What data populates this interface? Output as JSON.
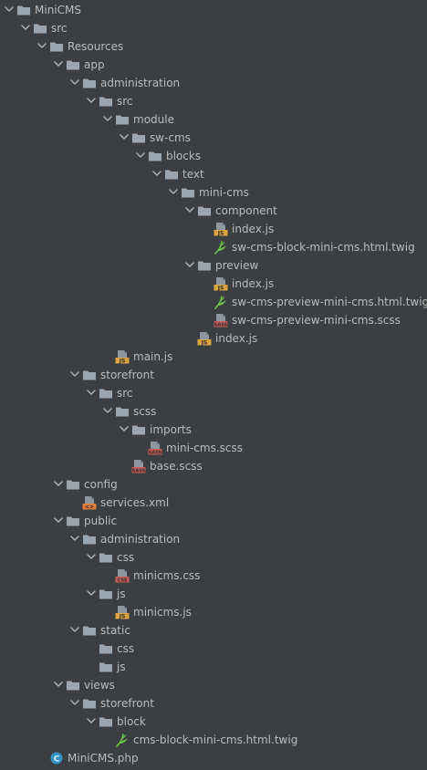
{
  "colors": {
    "background": "#3c3f41",
    "text": "#bbbbbb",
    "folder": "#9aa7b0",
    "arrow": "#afb1b3",
    "js_badge": "#d9a343",
    "sass_badge": "#c95b5b",
    "css_badge": "#c95b5b",
    "xml_badge": "#e07b39",
    "twig_leaf": "#6cc04a",
    "php_circle": "#3592c4"
  },
  "tree": [
    {
      "label": "MiniCMS",
      "depth": 0,
      "kind": "folder",
      "expanded": true,
      "icon": "folder-icon"
    },
    {
      "label": "src",
      "depth": 1,
      "kind": "folder",
      "expanded": true,
      "icon": "folder-icon"
    },
    {
      "label": "Resources",
      "depth": 2,
      "kind": "folder",
      "expanded": true,
      "icon": "folder-icon"
    },
    {
      "label": "app",
      "depth": 3,
      "kind": "folder",
      "expanded": true,
      "icon": "folder-icon"
    },
    {
      "label": "administration",
      "depth": 4,
      "kind": "folder",
      "expanded": true,
      "icon": "folder-icon"
    },
    {
      "label": "src",
      "depth": 5,
      "kind": "folder",
      "expanded": true,
      "icon": "folder-icon"
    },
    {
      "label": "module",
      "depth": 6,
      "kind": "folder",
      "expanded": true,
      "icon": "folder-icon"
    },
    {
      "label": "sw-cms",
      "depth": 7,
      "kind": "folder",
      "expanded": true,
      "icon": "folder-icon"
    },
    {
      "label": "blocks",
      "depth": 8,
      "kind": "folder",
      "expanded": true,
      "icon": "folder-icon"
    },
    {
      "label": "text",
      "depth": 9,
      "kind": "folder",
      "expanded": true,
      "icon": "folder-icon"
    },
    {
      "label": "mini-cms",
      "depth": 10,
      "kind": "folder",
      "expanded": true,
      "icon": "folder-icon"
    },
    {
      "label": "component",
      "depth": 11,
      "kind": "folder",
      "expanded": true,
      "icon": "folder-icon"
    },
    {
      "label": "index.js",
      "depth": 12,
      "kind": "js",
      "icon": "js-file-icon",
      "badge": "JS"
    },
    {
      "label": "sw-cms-block-mini-cms.html.twig",
      "depth": 12,
      "kind": "twig",
      "icon": "twig-file-icon"
    },
    {
      "label": "preview",
      "depth": 11,
      "kind": "folder",
      "expanded": true,
      "icon": "folder-icon"
    },
    {
      "label": "index.js",
      "depth": 12,
      "kind": "js",
      "icon": "js-file-icon",
      "badge": "JS"
    },
    {
      "label": "sw-cms-preview-mini-cms.html.twig",
      "depth": 12,
      "kind": "twig",
      "icon": "twig-file-icon"
    },
    {
      "label": "sw-cms-preview-mini-cms.scss",
      "depth": 12,
      "kind": "sass",
      "icon": "sass-file-icon",
      "badge": "SASS"
    },
    {
      "label": "index.js",
      "depth": 11,
      "kind": "js",
      "icon": "js-file-icon",
      "badge": "JS"
    },
    {
      "label": "main.js",
      "depth": 6,
      "kind": "js",
      "icon": "js-file-icon",
      "badge": "JS"
    },
    {
      "label": "storefront",
      "depth": 4,
      "kind": "folder",
      "expanded": true,
      "icon": "folder-icon"
    },
    {
      "label": "src",
      "depth": 5,
      "kind": "folder",
      "expanded": true,
      "icon": "folder-icon"
    },
    {
      "label": "scss",
      "depth": 6,
      "kind": "folder",
      "expanded": true,
      "icon": "folder-icon"
    },
    {
      "label": "imports",
      "depth": 7,
      "kind": "folder",
      "expanded": true,
      "icon": "folder-icon"
    },
    {
      "label": "mini-cms.scss",
      "depth": 8,
      "kind": "sass",
      "icon": "sass-file-icon",
      "badge": "SASS"
    },
    {
      "label": "base.scss",
      "depth": 7,
      "kind": "sass",
      "icon": "sass-file-icon",
      "badge": "SASS"
    },
    {
      "label": "config",
      "depth": 3,
      "kind": "folder",
      "expanded": true,
      "icon": "folder-icon"
    },
    {
      "label": "services.xml",
      "depth": 4,
      "kind": "xml",
      "icon": "xml-file-icon",
      "badge": "<>"
    },
    {
      "label": "public",
      "depth": 3,
      "kind": "folder",
      "expanded": true,
      "icon": "folder-icon"
    },
    {
      "label": "administration",
      "depth": 4,
      "kind": "folder",
      "expanded": true,
      "icon": "folder-icon"
    },
    {
      "label": "css",
      "depth": 5,
      "kind": "folder",
      "expanded": true,
      "icon": "folder-icon"
    },
    {
      "label": "minicms.css",
      "depth": 6,
      "kind": "css",
      "icon": "css-file-icon",
      "badge": "CSS"
    },
    {
      "label": "js",
      "depth": 5,
      "kind": "folder",
      "expanded": true,
      "icon": "folder-icon"
    },
    {
      "label": "minicms.js",
      "depth": 6,
      "kind": "js",
      "icon": "js-file-icon",
      "badge": "JS"
    },
    {
      "label": "static",
      "depth": 4,
      "kind": "folder",
      "expanded": true,
      "icon": "folder-icon"
    },
    {
      "label": "css",
      "depth": 5,
      "kind": "folder",
      "expanded": false,
      "leafFolder": true,
      "icon": "folder-icon"
    },
    {
      "label": "js",
      "depth": 5,
      "kind": "folder",
      "expanded": false,
      "leafFolder": true,
      "icon": "folder-icon"
    },
    {
      "label": "views",
      "depth": 3,
      "kind": "folder",
      "expanded": true,
      "icon": "folder-icon"
    },
    {
      "label": "storefront",
      "depth": 4,
      "kind": "folder",
      "expanded": true,
      "icon": "folder-icon"
    },
    {
      "label": "block",
      "depth": 5,
      "kind": "folder",
      "expanded": true,
      "icon": "folder-icon"
    },
    {
      "label": "cms-block-mini-cms.html.twig",
      "depth": 6,
      "kind": "twig",
      "icon": "twig-file-icon"
    },
    {
      "label": "MiniCMS.php",
      "depth": 2,
      "kind": "php",
      "icon": "php-class-icon",
      "badge": "C"
    }
  ]
}
